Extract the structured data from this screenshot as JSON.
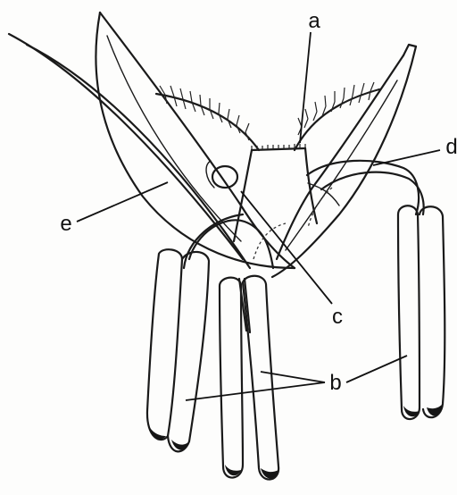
{
  "labels": {
    "a": "a",
    "b": "b",
    "c": "c",
    "d": "d",
    "e": "e"
  },
  "colors": {
    "ink": "#1a1a1a",
    "paper": "#fdfdfc"
  }
}
